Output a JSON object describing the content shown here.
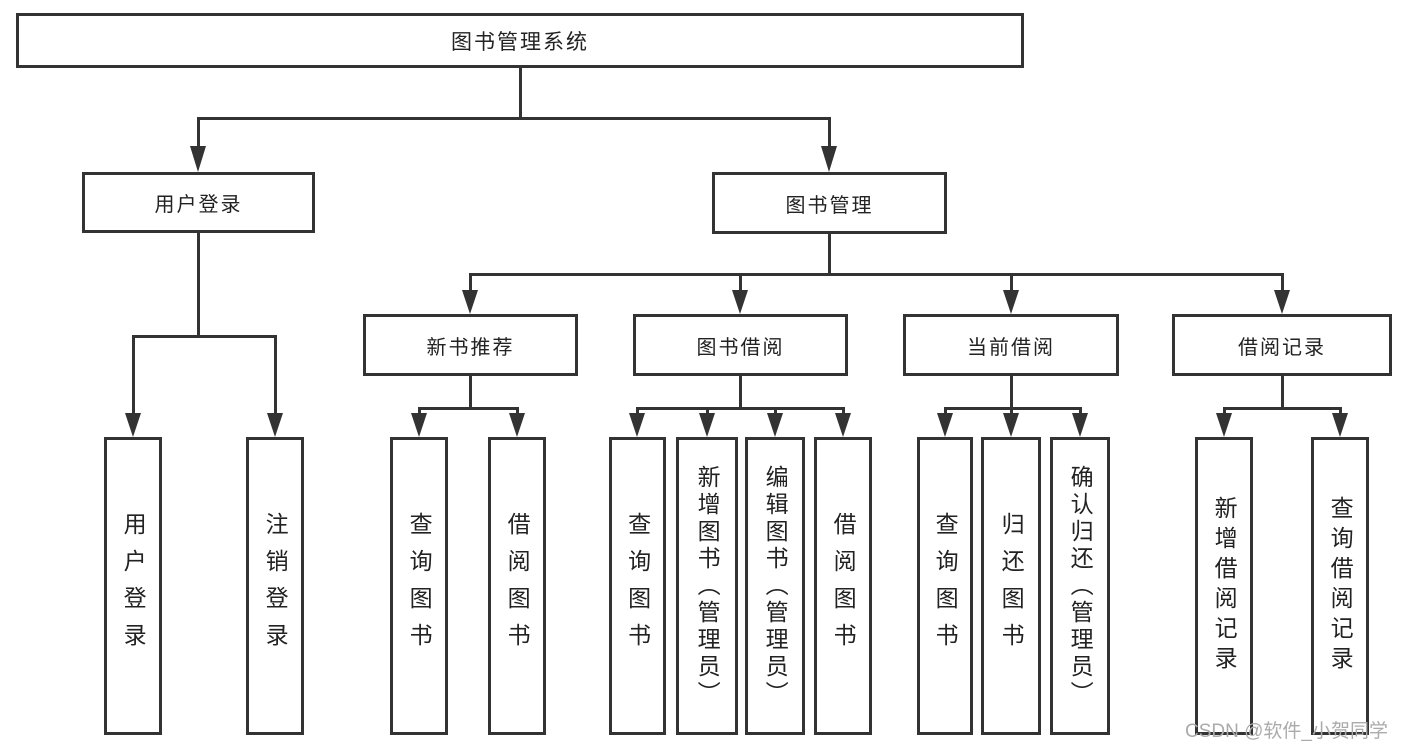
{
  "tree": {
    "root": {
      "label": "图书管理系统",
      "children": [
        {
          "label": "用户登录",
          "children": [
            {
              "label": "用户登录"
            },
            {
              "label": "注销登录"
            }
          ]
        },
        {
          "label": "图书管理",
          "children": [
            {
              "label": "新书推荐",
              "children": [
                {
                  "label": "查询图书"
                },
                {
                  "label": "借阅图书"
                }
              ]
            },
            {
              "label": "图书借阅",
              "children": [
                {
                  "label": "查询图书"
                },
                {
                  "label": "新增图书（管理员）"
                },
                {
                  "label": "编辑图书（管理员）"
                },
                {
                  "label": "借阅图书"
                }
              ]
            },
            {
              "label": "当前借阅",
              "children": [
                {
                  "label": "查询图书"
                },
                {
                  "label": "归还图书"
                },
                {
                  "label": "确认归还（管理员）"
                }
              ]
            },
            {
              "label": "借阅记录",
              "children": [
                {
                  "label": "新增借阅记录"
                },
                {
                  "label": "查询借阅记录"
                }
              ]
            }
          ]
        }
      ]
    }
  },
  "watermark": {
    "text": "CSDN @软件_小贺同学"
  },
  "colors": {
    "line": "#333333",
    "text": "#222222",
    "background": "#ffffff",
    "watermark": "#ababab"
  }
}
